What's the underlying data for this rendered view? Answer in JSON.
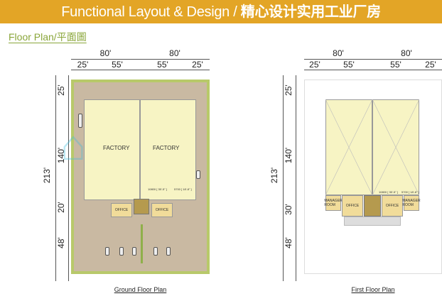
{
  "header": {
    "title_en": "Functional Layout & Design / ",
    "title_cn": "精心设计实用工业厂房"
  },
  "section_title": "Floor Plan/平面圖",
  "ground": {
    "top_dims": [
      "80'",
      "80'"
    ],
    "sub_dims": [
      "25'",
      "55'",
      "55'",
      "25'"
    ],
    "side_total": "213'",
    "side_dims": [
      "25'",
      "140'",
      "20'",
      "48'"
    ],
    "units": [
      "FACTORY",
      "FACTORY"
    ],
    "offices": [
      "OFFICE",
      "OFFICE"
    ],
    "notes": [
      "10800 [ 35'-5\" ]",
      "5700 [ 18'-8\" ]"
    ],
    "caption": "Ground Floor Plan"
  },
  "first": {
    "top_dims": [
      "80'",
      "80'"
    ],
    "sub_dims": [
      "25'",
      "55'",
      "55'",
      "25'"
    ],
    "side_total": "213'",
    "side_dims": [
      "25'",
      "140'",
      "30'",
      "48'"
    ],
    "rooms": [
      "MANAGER ROOM",
      "OFFICE",
      "OFFICE",
      "MANAGER ROOM"
    ],
    "notes": [
      "10800 [ 35'-5\" ]",
      "5700 [ 18'-8\" ]"
    ],
    "caption": "First Floor Plan"
  },
  "colors": {
    "header": "#e3a526",
    "section": "#8aa63a",
    "factory": "#f7f4c4",
    "site": "#c9b9a2"
  }
}
